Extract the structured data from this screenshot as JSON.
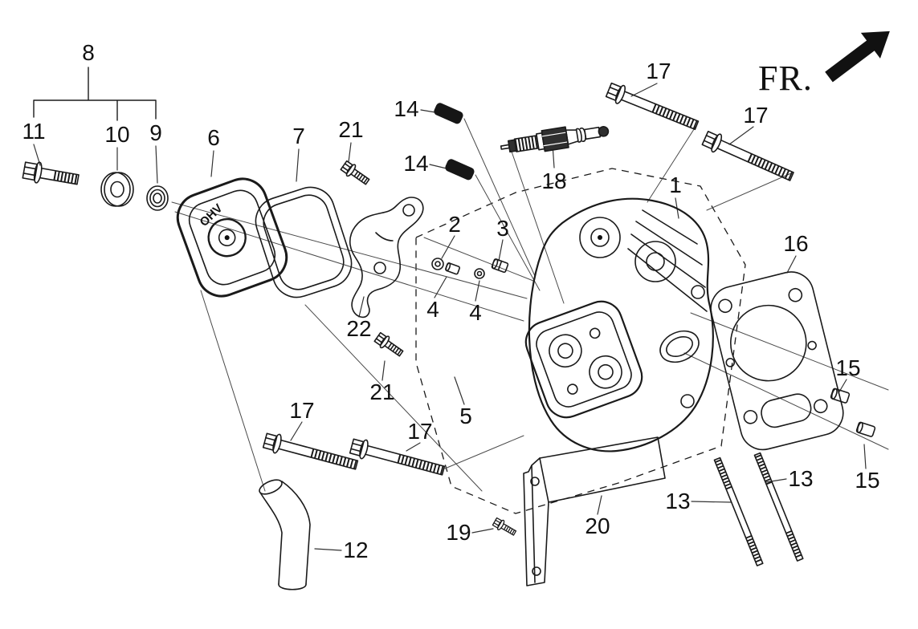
{
  "figure": {
    "fr_label": "FR.",
    "cover_logo": "OHV"
  },
  "callouts": [
    "8",
    "11",
    "10",
    "9",
    "6",
    "7",
    "21",
    "14",
    "14",
    "18",
    "17",
    "17",
    "1",
    "16",
    "2",
    "3",
    "4",
    "4",
    "22",
    "21",
    "5",
    "15",
    "15",
    "13",
    "13",
    "12",
    "17",
    "17",
    "19",
    "20"
  ]
}
